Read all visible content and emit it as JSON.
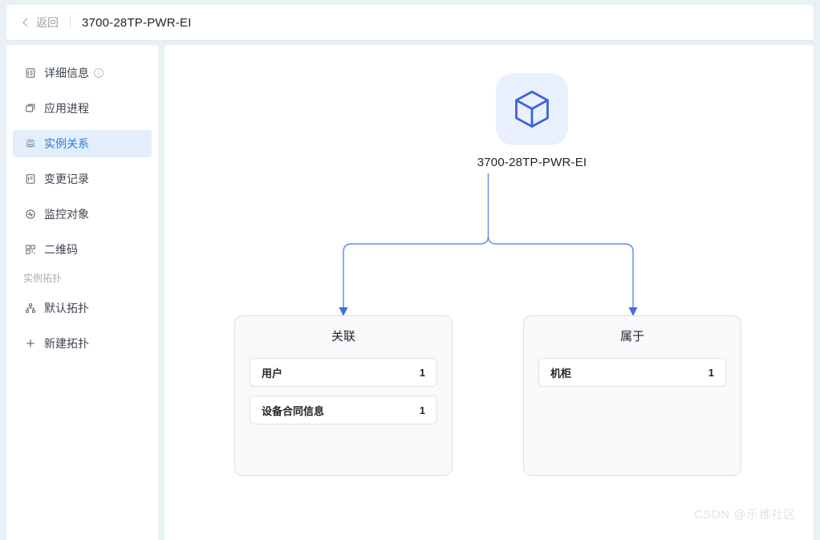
{
  "header": {
    "back_label": "返回",
    "title": "3700-28TP-PWR-EI",
    "back_icon": "chevron-left-icon"
  },
  "sidebar": {
    "items": [
      {
        "label": "详细信息",
        "icon": "document-detail-icon",
        "active": false,
        "has_info": true
      },
      {
        "label": "应用进程",
        "icon": "app-window-icon",
        "active": false,
        "has_info": false
      },
      {
        "label": "实例关系",
        "icon": "layers-icon",
        "active": true,
        "has_info": false
      },
      {
        "label": "变更记录",
        "icon": "record-document-icon",
        "active": false,
        "has_info": false
      },
      {
        "label": "监控对象",
        "icon": "monitor-pulse-icon",
        "active": false,
        "has_info": false
      },
      {
        "label": "二维码",
        "icon": "qrcode-icon",
        "active": false,
        "has_info": false
      }
    ],
    "group_title": "实例拓扑",
    "topology_items": [
      {
        "label": "默认拓扑",
        "icon": "sitemap-icon"
      },
      {
        "label": "新建拓扑",
        "icon": "plus-icon"
      }
    ]
  },
  "topology": {
    "root": {
      "label": "3700-28TP-PWR-EI",
      "icon": "cube-icon"
    },
    "groups": [
      {
        "title": "关联",
        "rows": [
          {
            "label": "用户",
            "count": "1"
          },
          {
            "label": "设备合同信息",
            "count": "1"
          }
        ]
      },
      {
        "title": "属于",
        "rows": [
          {
            "label": "机柜",
            "count": "1"
          }
        ]
      }
    ],
    "edge_color": "#5b8def"
  },
  "watermark": {
    "text": "CSDN @乐维社区"
  },
  "colors": {
    "accent": "#2a7ae2",
    "active_bg": "#e3eefb",
    "edge": "#5b8def",
    "tile_bg": "#eaf0fd",
    "cube_stroke": "#3b63e0"
  }
}
